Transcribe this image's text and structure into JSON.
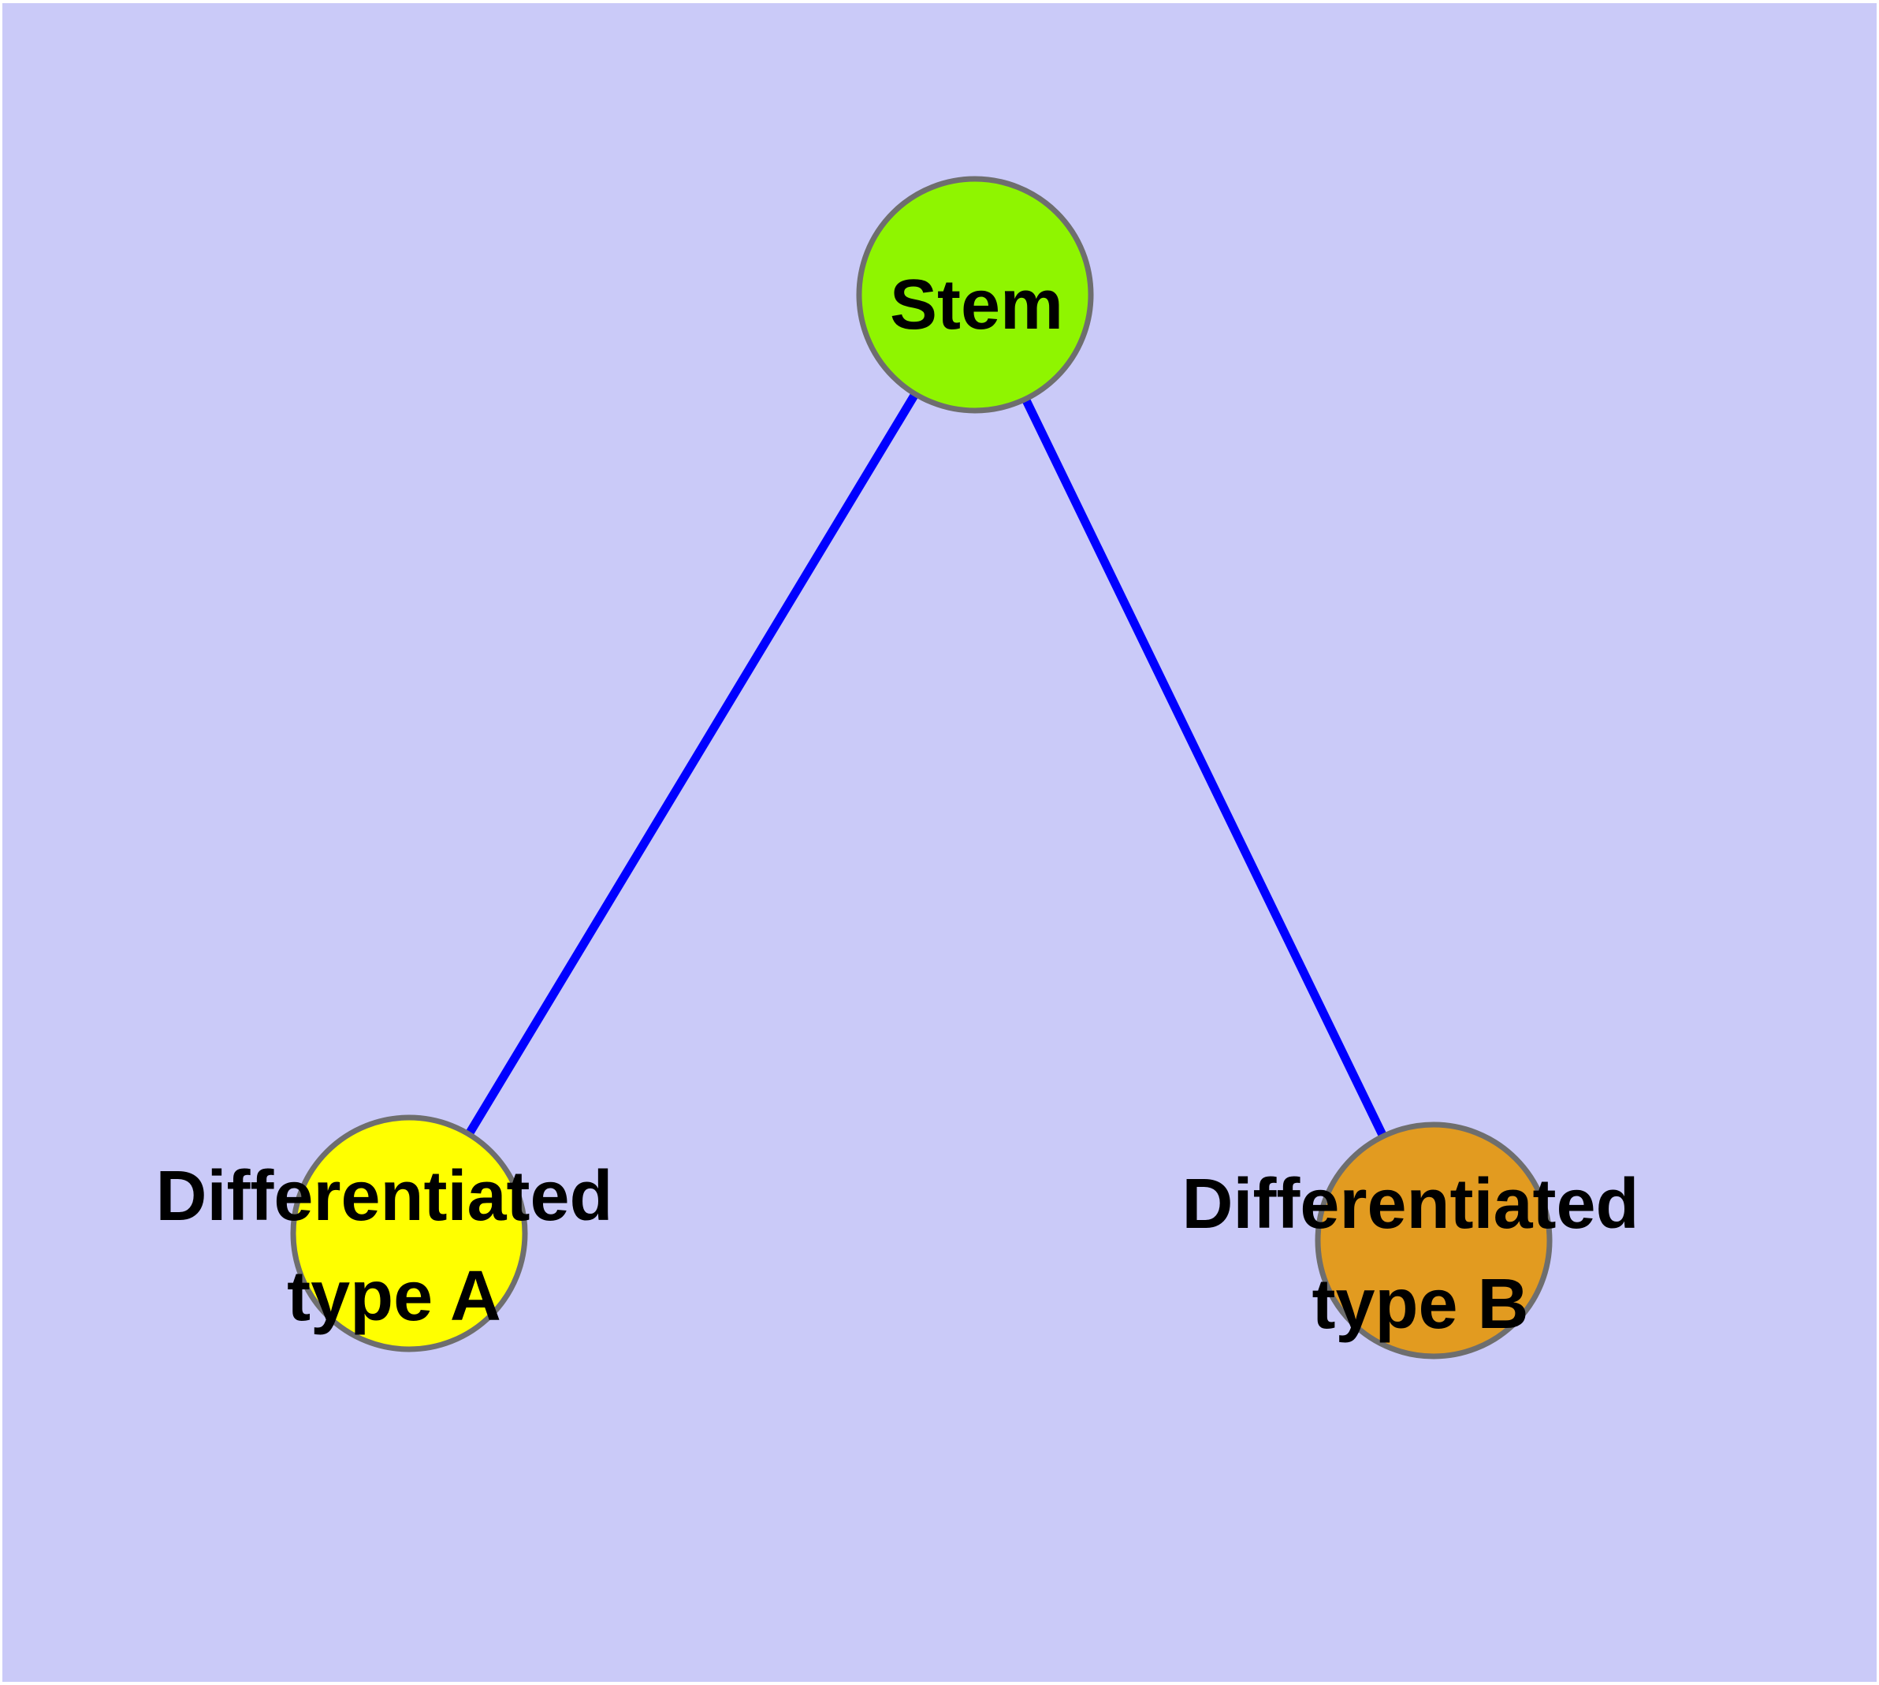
{
  "graph": {
    "background_color": "#CACAF8",
    "frame_color": "#FFFFFF",
    "edge_color": "#0000FF",
    "node_border_color": "#6E6E6E",
    "label_color": "#000000",
    "nodes": [
      {
        "id": "stem",
        "label": "Stem",
        "fill": "#8FF500"
      },
      {
        "id": "differentiated-type-a",
        "label": "Differentiated type A",
        "label_lines": [
          "Differentiated",
          "type A"
        ],
        "fill": "#FFFF00"
      },
      {
        "id": "differentiated-type-b",
        "label": "Differentiated type B",
        "label_lines": [
          "Differentiated",
          "type B"
        ],
        "fill": "#E29B20"
      }
    ],
    "edges": [
      {
        "from": "stem",
        "to": "differentiated-type-a"
      },
      {
        "from": "stem",
        "to": "differentiated-type-b"
      }
    ]
  }
}
